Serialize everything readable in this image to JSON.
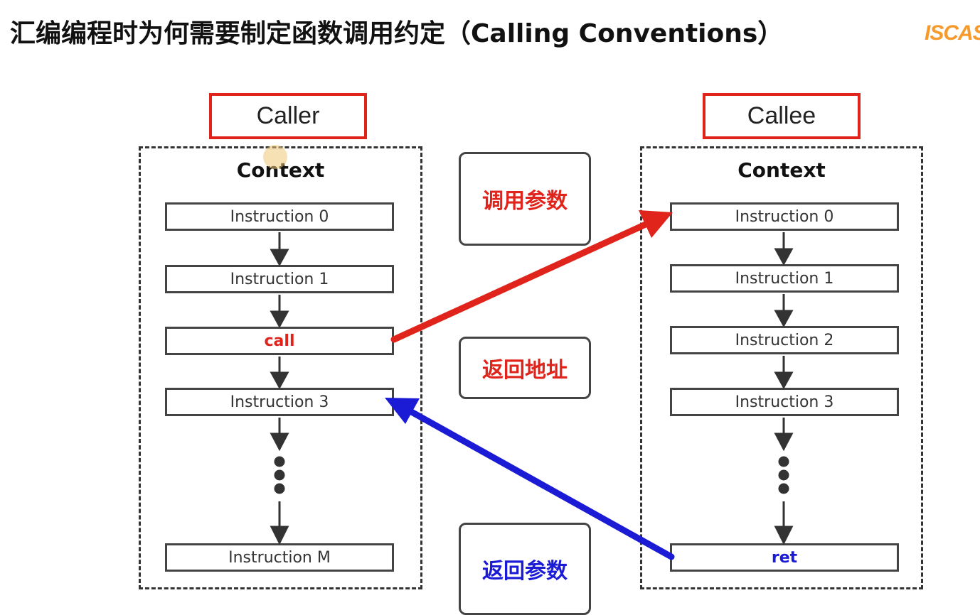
{
  "title": "汇编编程时为何需要制定函数调用约定（Calling Conventions）",
  "logo": "ISCAS",
  "caller": {
    "label": "Caller",
    "context": "Context",
    "instructions": [
      "Instruction 0",
      "Instruction 1",
      "call",
      "Instruction 3",
      "Instruction M"
    ]
  },
  "callee": {
    "label": "Callee",
    "context": "Context",
    "instructions": [
      "Instruction 0",
      "Instruction 1",
      "Instruction 2",
      "Instruction 3",
      "ret"
    ]
  },
  "middle": {
    "call_args": "调用参数",
    "return_address": "返回地址",
    "return_values": "返回参数"
  },
  "colors": {
    "red": "#e0241c",
    "blue": "#1b1bd6",
    "border": "#444444"
  }
}
